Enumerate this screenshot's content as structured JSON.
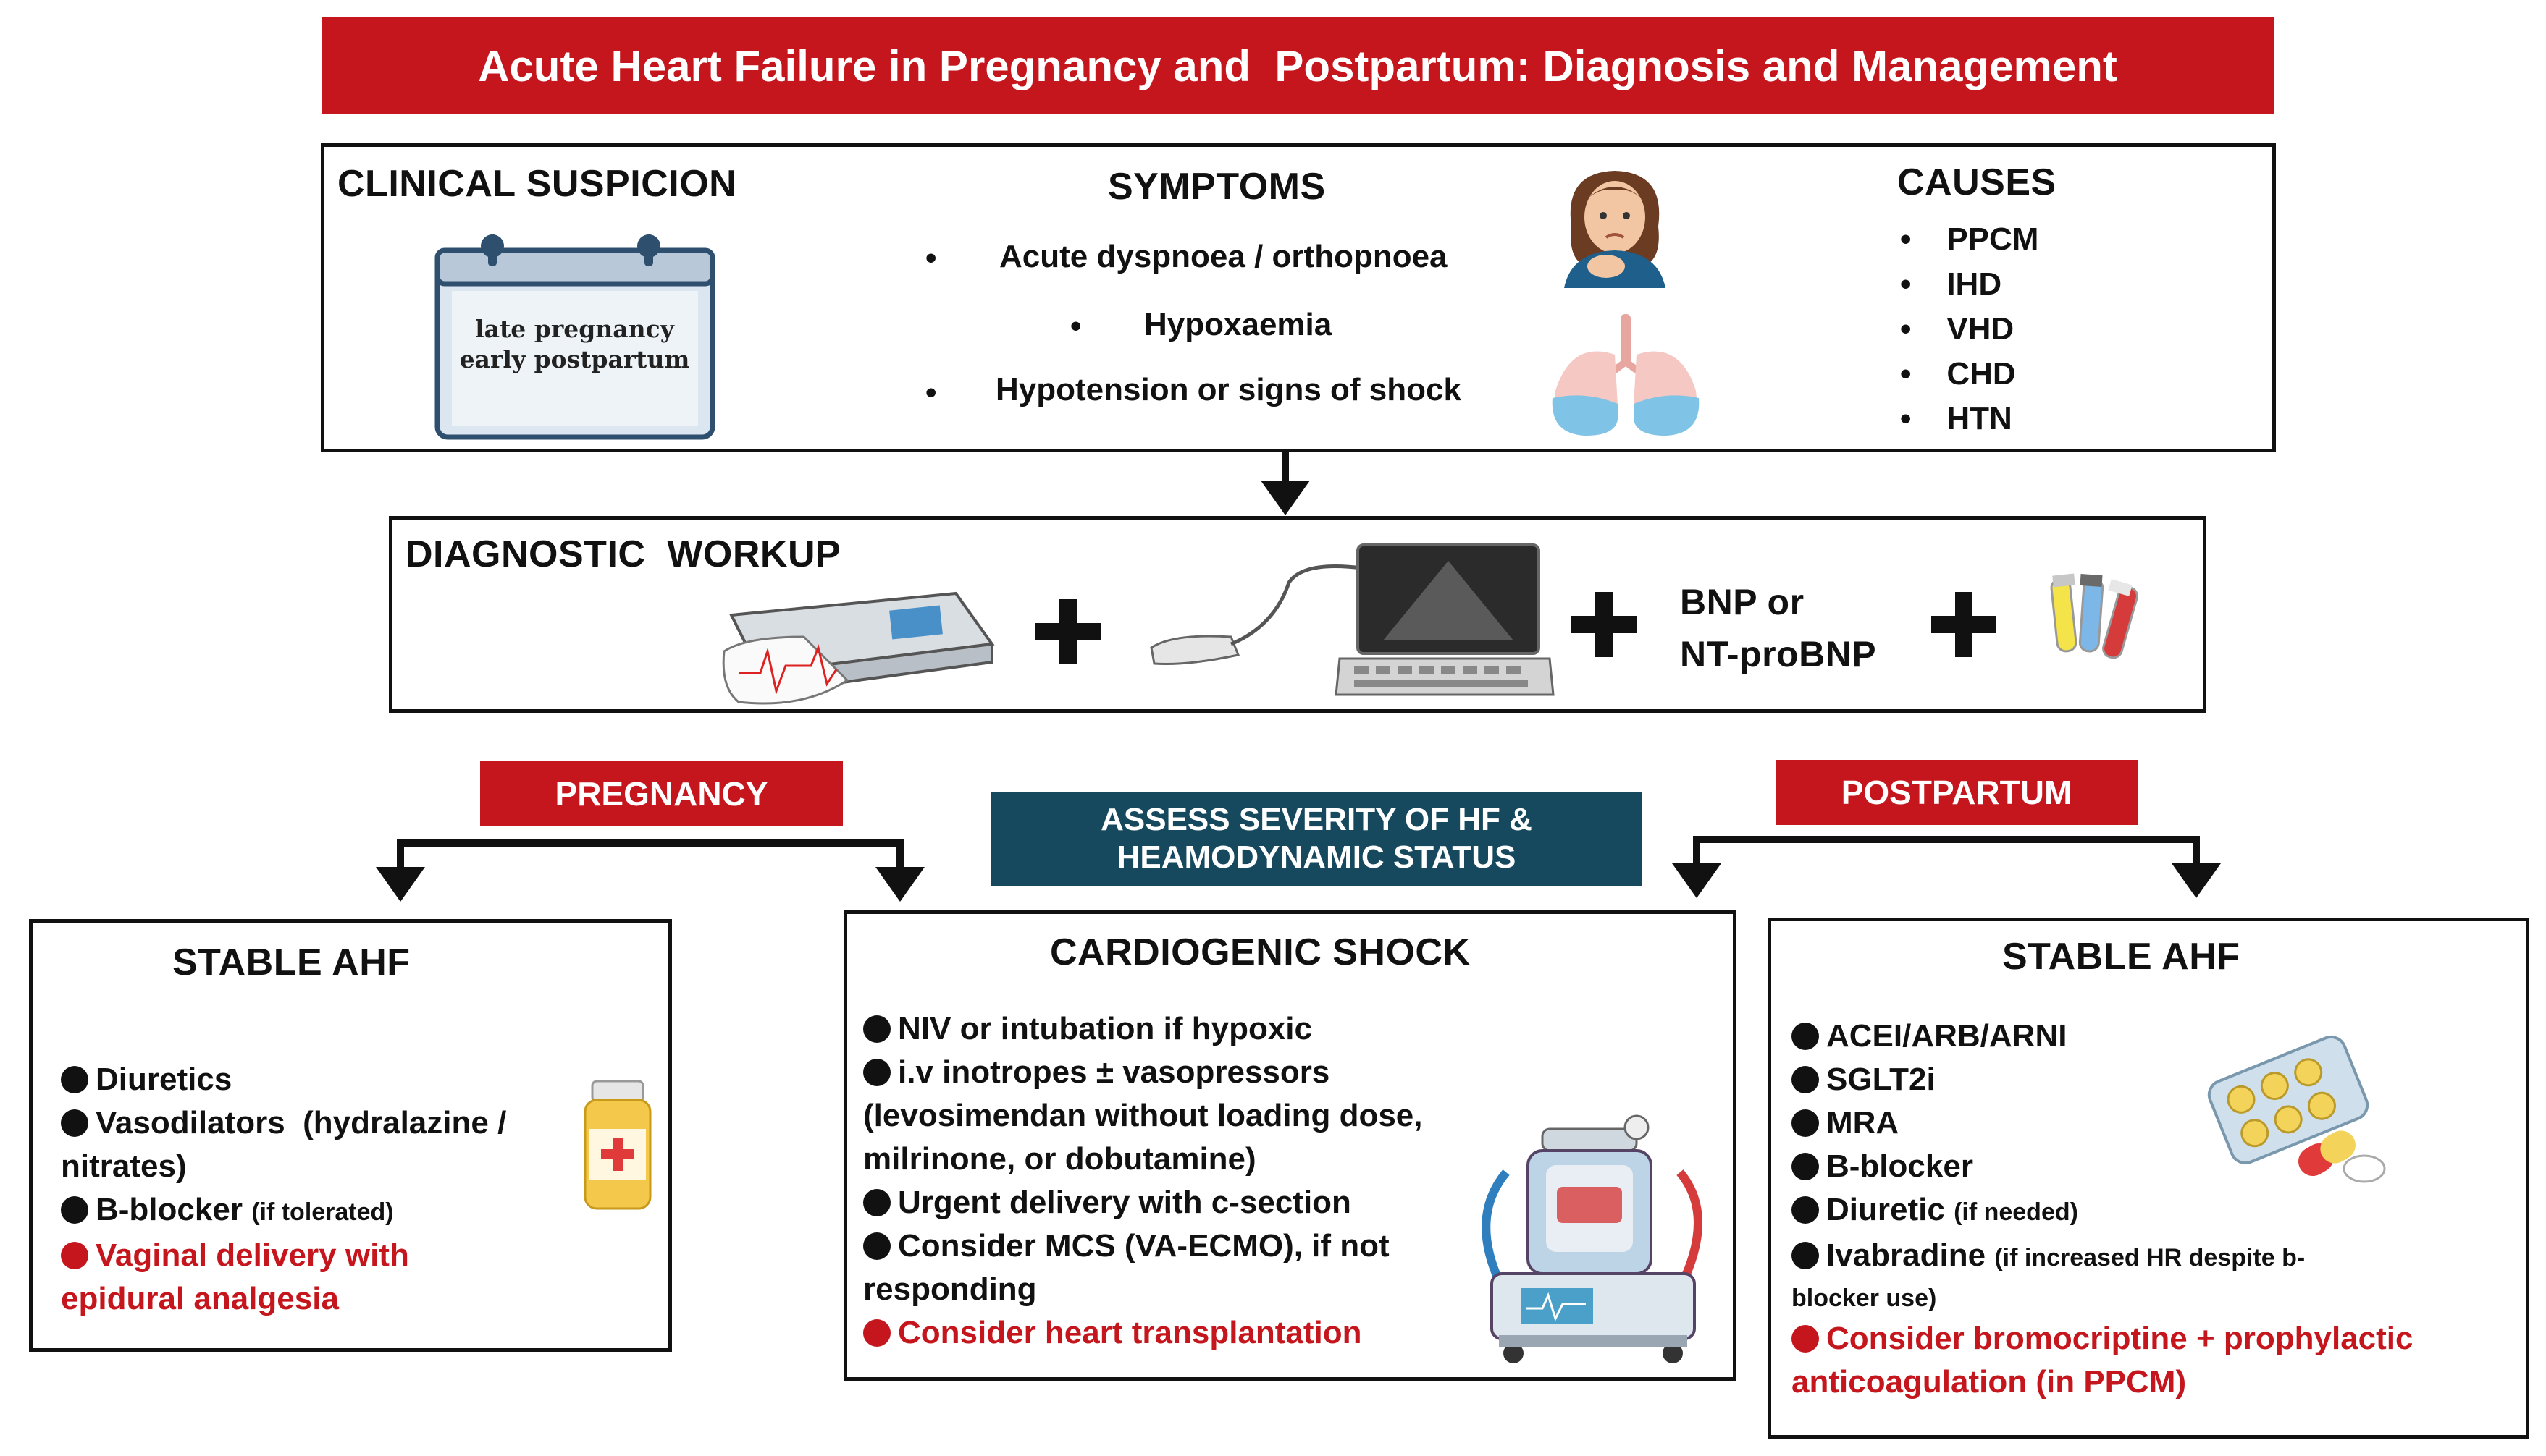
{
  "title": "Acute Heart Failure in Pregnancy and  Postpartum: Diagnosis and Management",
  "clinical_suspicion": {
    "heading": "CLINICAL SUSPICION",
    "calendar_line1": "late pregnancy",
    "calendar_line2": "early postpartum"
  },
  "symptoms": {
    "heading": "SYMPTOMS",
    "items": [
      "Acute dyspnoea / orthopnoea",
      "Hypoxaemia",
      "Hypotension or signs of shock"
    ]
  },
  "causes": {
    "heading": "CAUSES",
    "items": [
      "PPCM",
      "IHD",
      "VHD",
      "CHD",
      "HTN"
    ]
  },
  "diagnostic": {
    "heading": "DIAGNOSTIC  WORKUP",
    "bnp_line1": "BNP or",
    "bnp_line2": "NT-proBNP"
  },
  "pregnancy_label": "PREGNANCY",
  "postpartum_label": "POSTPARTUM",
  "assess_line1": "ASSESS SEVERITY OF HF &",
  "assess_line2": "HEAMODYNAMIC STATUS",
  "stable_left": {
    "heading": "STABLE AHF",
    "i1": "Diuretics",
    "i2": "Vasodilators  (hydralazine /",
    "i2b": "nitrates)",
    "i3": "B-blocker",
    "i3_note": "(if tolerated)",
    "i4": "Vaginal delivery with",
    "i4b": "epidural analgesia"
  },
  "shock": {
    "heading": "CARDIOGENIC SHOCK",
    "i1": "NIV or intubation if hypoxic",
    "i2": "i.v inotropes ± vasopressors",
    "i2b": "(levosimendan without loading dose,",
    "i2c": "milrinone, or dobutamine)",
    "i3": "Urgent delivery with c-section",
    "i4": "Consider MCS (VA-ECMO), if not",
    "i4b": "responding",
    "i5": "Consider heart transplantation"
  },
  "stable_right": {
    "heading": "STABLE AHF",
    "i1": "ACEI/ARB/ARNI",
    "i2": "SGLT2i",
    "i3": "MRA",
    "i4": "B-blocker",
    "i5": "Diuretic",
    "i5_note": "(if needed)",
    "i6": "Ivabradine",
    "i6_note": "(if increased HR despite b-",
    "i6_note2": "blocker use)",
    "i7": "Consider bromocriptine + prophylactic",
    "i7b": "anticoagulation (in PPCM)"
  },
  "colors": {
    "banner_red": "#c4161c",
    "navy": "#17495e",
    "text": "#111111"
  }
}
